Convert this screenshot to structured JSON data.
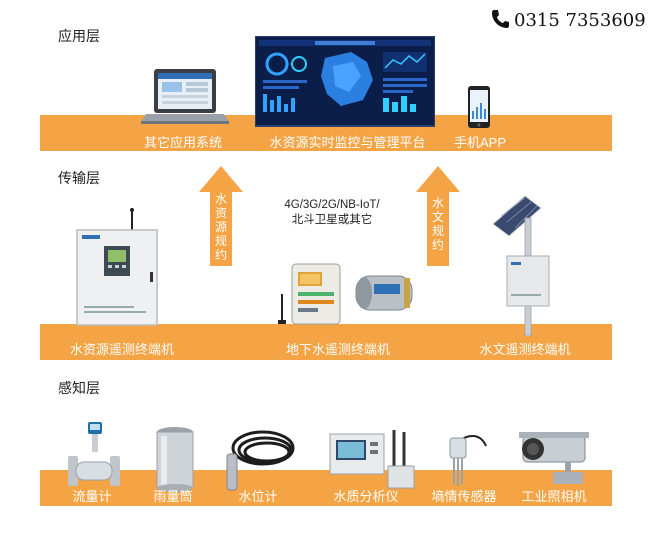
{
  "contact": {
    "phone": "0315 7353609",
    "icon": "phone-icon"
  },
  "layers": {
    "application": {
      "title": "应用层",
      "items": [
        "其它应用系统",
        "水资源实时监控与管理平台",
        "手机APP"
      ]
    },
    "transport": {
      "title": "传输层",
      "items": [
        "水资源遥测终端机",
        "地下水遥测终端机",
        "水文遥测终端机"
      ],
      "network": [
        "4G/3G/2G/NB-IoT/",
        "北斗卫星或其它"
      ],
      "left_arrow": "水资源规约",
      "right_arrow": "水文规约"
    },
    "perception": {
      "title": "感知层",
      "items": [
        "流量计",
        "雨量筒",
        "水位计",
        "水质分析仪",
        "墒情传感器",
        "工业照相机"
      ]
    }
  },
  "colors": {
    "band": "#f4a445",
    "arrow": "#f4a445",
    "text_on_band": "#ffffff"
  }
}
